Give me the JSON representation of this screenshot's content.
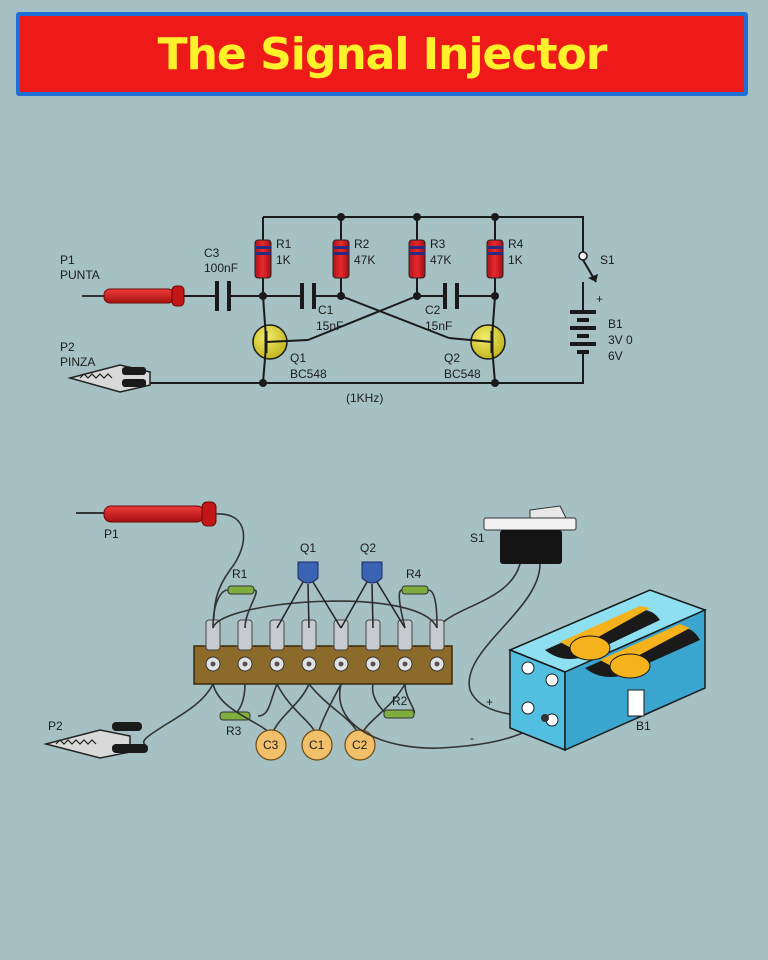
{
  "title": "The Signal Injector",
  "schematic": {
    "p1_name": "P1",
    "p1_desc": "PUNTA",
    "p2_name": "P2",
    "p2_desc": "PINZA",
    "c3_name": "C3",
    "c3_value": "100nF",
    "r1_name": "R1",
    "r1_value": "1K",
    "r2_name": "R2",
    "r2_value": "47K",
    "r3_name": "R3",
    "r3_value": "47K",
    "r4_name": "R4",
    "r4_value": "1K",
    "c1_name": "C1",
    "c1_value": "15nF",
    "c2_name": "C2",
    "c2_value": "15nF",
    "q1_name": "Q1",
    "q1_value": "BC548",
    "q2_name": "Q2",
    "q2_value": "BC548",
    "s1_name": "S1",
    "b1_name": "B1",
    "b1_line1": "3V 0",
    "b1_line2": "6V",
    "plus": "+",
    "freq": "(1KHz)"
  },
  "wiring": {
    "p1": "P1",
    "p2": "P2",
    "s1": "S1",
    "q1": "Q1",
    "q2": "Q2",
    "r1": "R1",
    "r2": "R2",
    "r3": "R3",
    "r4": "R4",
    "c1": "C1",
    "c2": "C2",
    "c3": "C3",
    "b1": "B1",
    "plus": "+",
    "minus": "-"
  }
}
